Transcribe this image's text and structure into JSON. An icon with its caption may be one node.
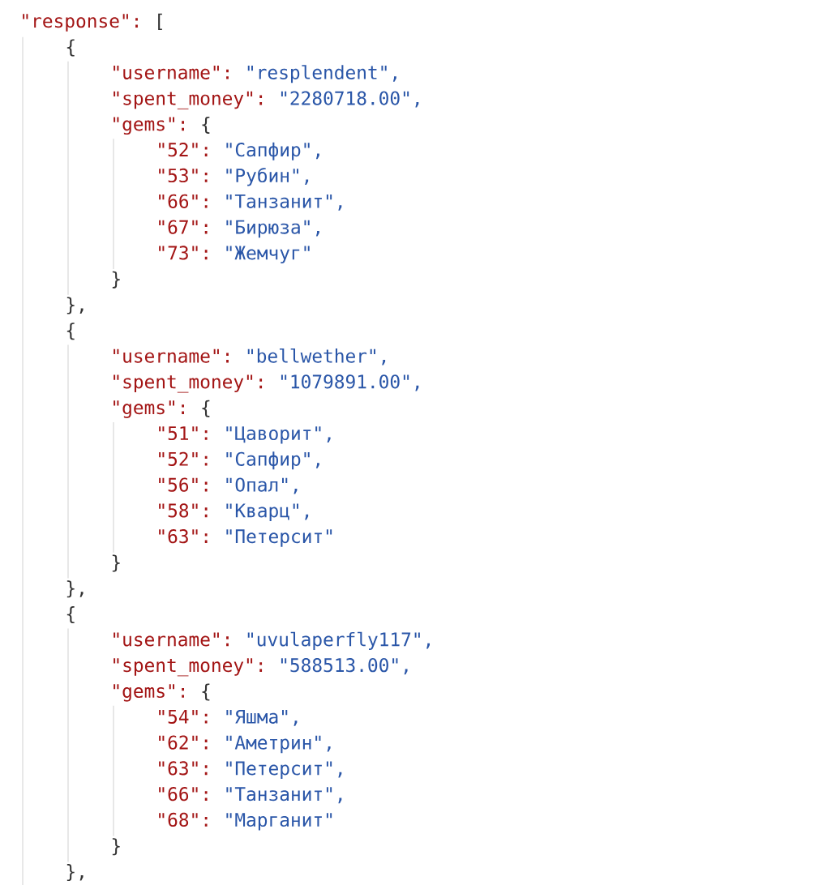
{
  "diagram": {
    "labels": [
      "\"response\":",
      "[",
      "{",
      "\"username\":",
      "\"resplendent\",",
      "\"spent_money\":",
      "\"2280718.00\",",
      "\"gems\":",
      "{",
      "\"52\":",
      "\"Сапфир\",",
      "\"53\":",
      "\"Рубин\",",
      "\"66\":",
      "\"Танзанит\",",
      "\"67\":",
      "\"Бирюза\",",
      "\"73\":",
      "\"Жемчуг\"",
      "}",
      "},",
      "{",
      "\"username\":",
      "\"bellwether\",",
      "\"spent_money\":",
      "\"1079891.00\",",
      "\"gems\":",
      "{",
      "\"51\":",
      "\"Цаворит\",",
      "\"52\":",
      "\"Сапфир\",",
      "\"56\":",
      "\"Опал\",",
      "\"58\":",
      "\"Кварц\",",
      "\"63\":",
      "\"Петерсит\"",
      "}",
      "},",
      "{",
      "\"username\":",
      "\"uvulaperfly117\",",
      "\"spent_money\":",
      "\"588513.00\",",
      "\"gems\":",
      "{",
      "\"54\":",
      "\"Яшма\",",
      "\"62\":",
      "\"Аметрин\",",
      "\"63\":",
      "\"Петерсит\",",
      "\"66\":",
      "\"Танзанит\",",
      "\"68\":",
      "\"Марганит\"",
      "}",
      "},"
    ]
  }
}
